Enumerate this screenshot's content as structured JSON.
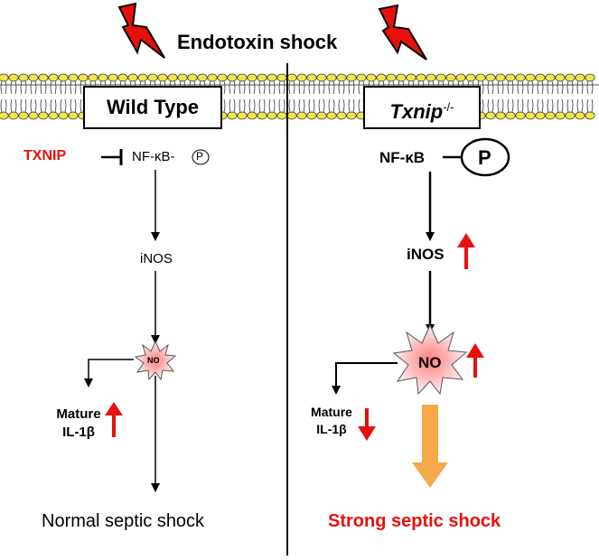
{
  "title": "Endotoxin shock",
  "left_panel": {
    "label": "Wild Type",
    "inhibitor": "TXNIP",
    "nfkb": "NF-κB-",
    "phospho": "P",
    "inos": "iNOS",
    "no": "NO",
    "mature": "Mature",
    "il1b": "IL-1β",
    "outcome": "Normal septic shock"
  },
  "right_panel": {
    "label_gene": "Txnip",
    "label_sup": "-/-",
    "nfkb": "NF-κB",
    "phospho": "P",
    "inos": "iNOS",
    "no": "NO",
    "mature": "Mature",
    "il1b": "IL-1β",
    "outcome": "Strong septic shock"
  },
  "colors": {
    "red": "#e8100a",
    "membrane_fill": "#f2e64a",
    "orange_arrow": "#f5a94a",
    "lightning": "#e8100a"
  },
  "icons": [
    "lightning-icon",
    "membrane",
    "burst-icon",
    "phosphate-icon"
  ]
}
